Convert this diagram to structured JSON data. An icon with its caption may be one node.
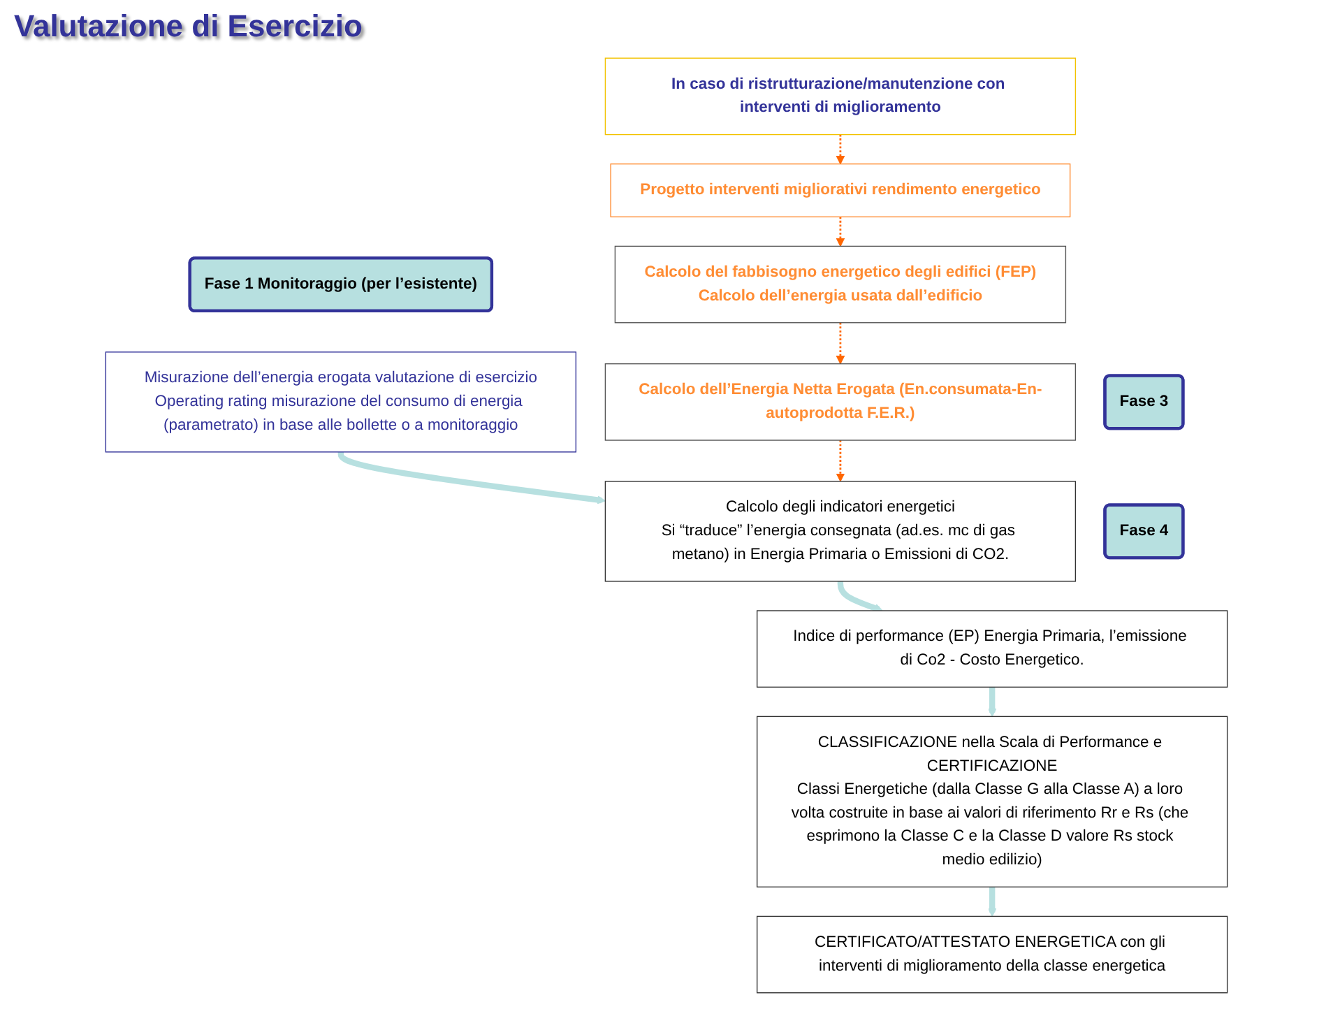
{
  "diagram": {
    "title": "Valutazione di Esercizio",
    "nodes": [
      {
        "text": [
          "Fase 1 Monitoraggio (per l’esistente)"
        ]
      },
      {
        "text": [
          "Misurazione dell’energia erogata valutazione di esercizio",
          "Operating rating misurazione del consumo di energia (parametrato) in base alle bollette o a monitoraggio"
        ]
      },
      {
        "text": [
          "Fase 3"
        ]
      },
      {
        "text": [
          "Calcolo degli indicatori energetici",
          "Si “traduce” l’energia consegnata (ad.es. mc di gas metano) in Energia Primaria o Emissioni di CO2."
        ]
      },
      {
        "text": [
          "Fase 4"
        ]
      },
      {
        "text": [
          "Indice di performance (EP) Energia Primaria, l’emissione di Co2 - Costo Energetico."
        ]
      },
      {
        "text": [
          "CLASSIFICAZIONE nella Scala di Performance e CERTIFICAZIONE",
          "Classi Energetiche (dalla Classe G alla Classe A) a loro volta costruite in base ai valori di riferimento Rr e Rs (che esprimono la Classe C e la Classe D valore Rs stock medio edilizio)"
        ]
      },
      {
        "text": [
          "CERTIFICATO/ATTESTATO ENERGETICA con gli interventi di miglioramento della classe energetica"
        ]
      },
      {
        "text": [
          "In caso di ristrutturazione/manutenzione con interventi di miglioramento"
        ]
      },
      {
        "text": [
          "Progetto interventi migliorativi rendimento energetico"
        ]
      },
      {
        "text": [
          "Calcolo del fabbisogno energetico degli edifici (FEP)",
          "Calcolo dell’energia usata dall’edificio"
        ]
      },
      {
        "text": [
          "Calcolo dell’Energia Netta Erogata (En.consumata-En-autoprodotta F.E.R.)"
        ]
      }
    ],
    "edges": [
      {
        "from": 1,
        "to": 3,
        "arrow": "to",
        "style": "thick",
        "color": "#b7e0e0"
      },
      {
        "from": 3,
        "to": 5,
        "arrow": "to",
        "style": "thick",
        "color": "#b7e0e0"
      },
      {
        "from": 5,
        "to": 6,
        "arrow": "to",
        "style": "thick",
        "color": "#b7e0e0"
      },
      {
        "from": 6,
        "to": 7,
        "arrow": "to",
        "style": "thick",
        "color": "#b7e0e0"
      },
      {
        "from": 8,
        "to": 9,
        "arrow": "to",
        "style": "dashed",
        "color": "#ff6600"
      },
      {
        "from": 9,
        "to": 10,
        "arrow": "to",
        "style": "dashed",
        "color": "#ff6600"
      },
      {
        "from": 10,
        "to": 11,
        "arrow": "to",
        "style": "dashed",
        "color": "#ff6600"
      },
      {
        "from": 11,
        "to": 3,
        "arrow": "to",
        "style": "dashed",
        "color": "#ff6600"
      }
    ]
  }
}
